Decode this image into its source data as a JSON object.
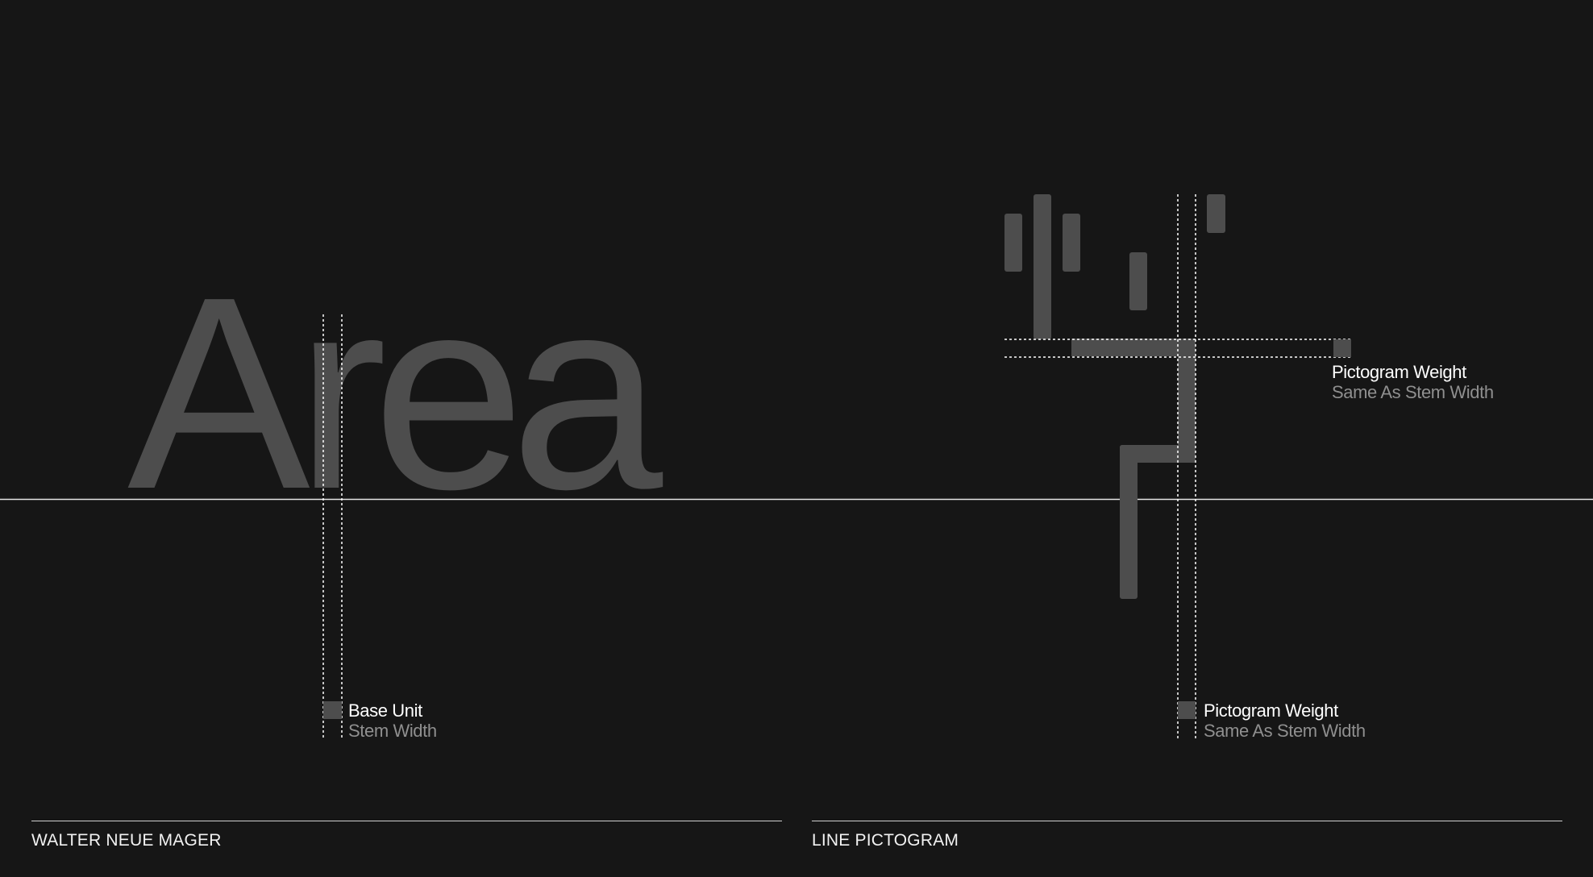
{
  "specimen": {
    "word": "Area"
  },
  "annotations": {
    "base_unit": {
      "title": "Base Unit",
      "subtitle": "Stem Width"
    },
    "pictogram_weight_right": {
      "title": "Pictogram Weight",
      "subtitle": "Same As Stem Width"
    },
    "pictogram_weight_bottom": {
      "title": "Pictogram Weight",
      "subtitle": "Same As Stem Width"
    }
  },
  "footer": {
    "left_label": "WALTER NEUE MAGER",
    "right_label": "LINE PICTOGRAM"
  },
  "colors": {
    "background": "#161616",
    "shape": "#4d4d4d",
    "guide": "#ffffff",
    "text_primary": "#ffffff",
    "text_secondary": "#8f8f8f"
  },
  "icons": {
    "pictogram": "cactus-line-pictogram-icon"
  }
}
